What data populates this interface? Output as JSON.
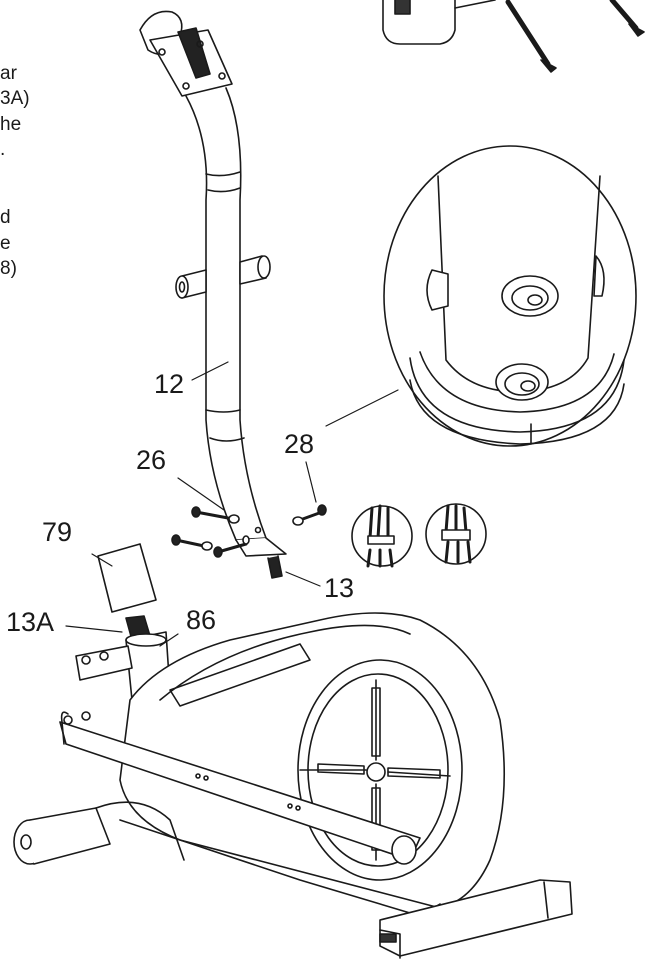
{
  "instruction_fragments": [
    "ar",
    "3A)",
    "he",
    ".",
    "d",
    "e",
    "8)"
  ],
  "callouts": {
    "p12": "12",
    "p26": "26",
    "p28": "28",
    "p79": "79",
    "p13": "13",
    "p13a": "13A",
    "p86": "86"
  }
}
